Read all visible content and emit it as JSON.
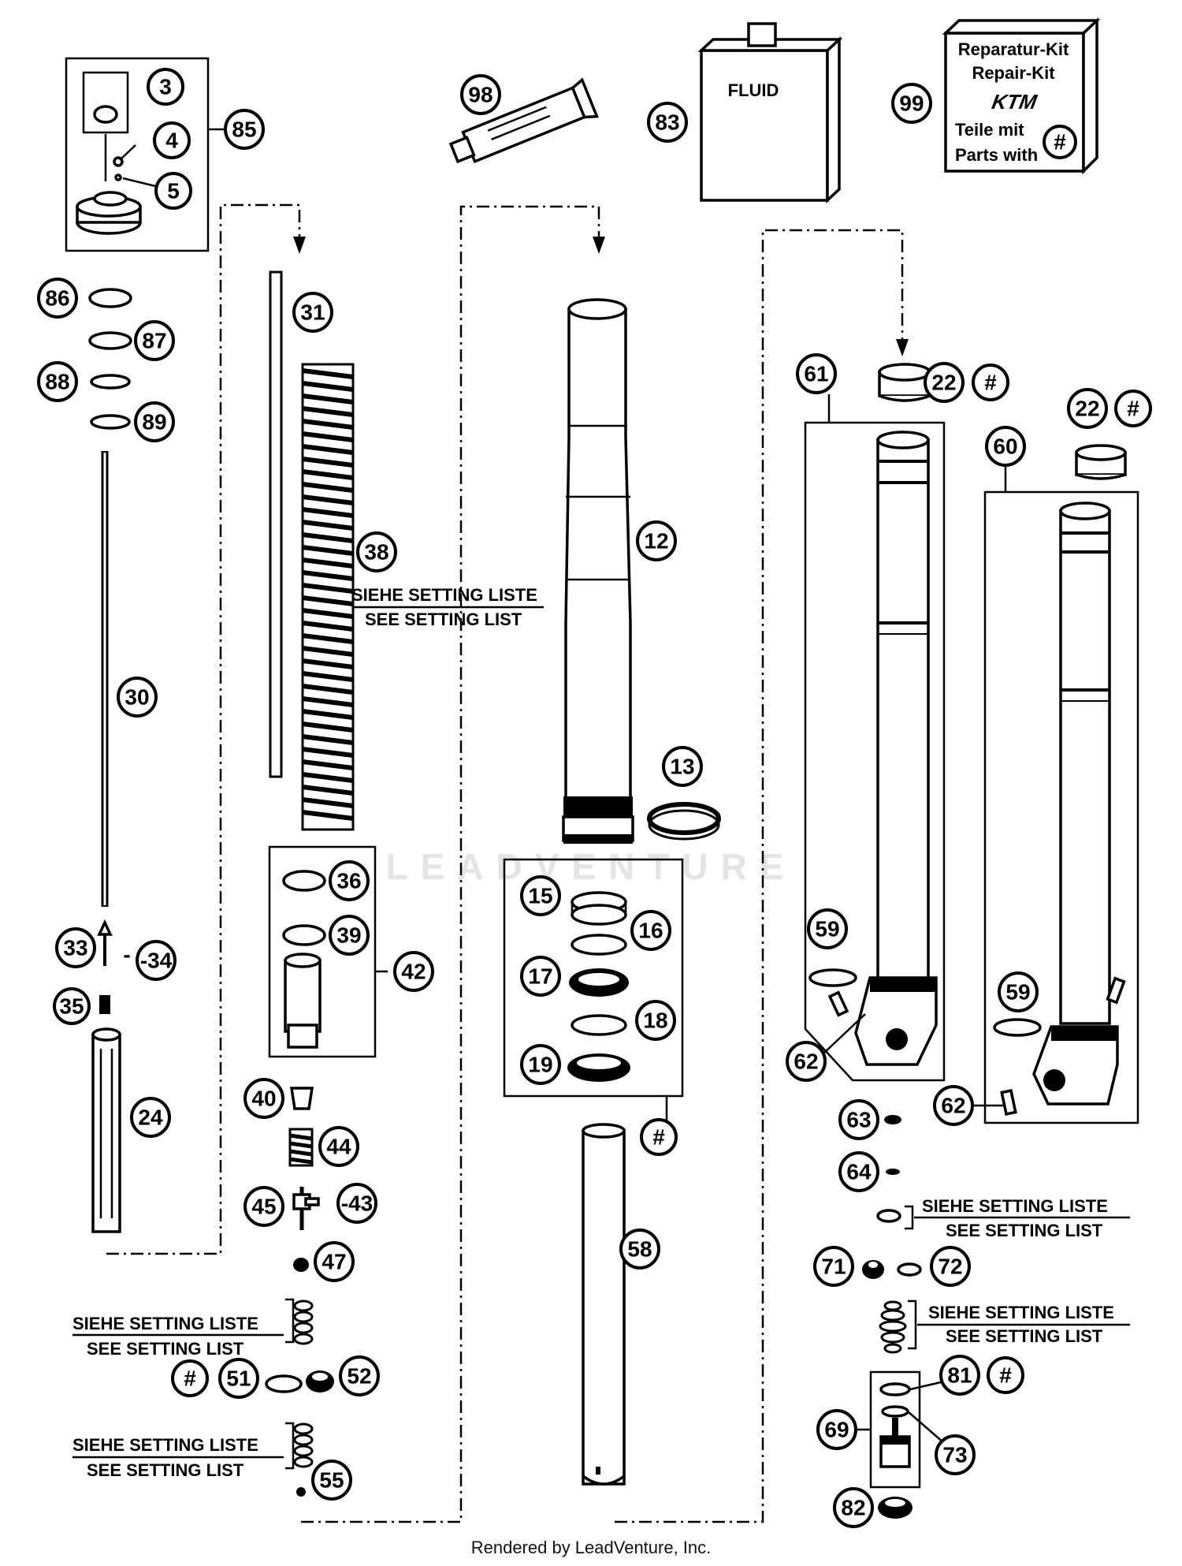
{
  "callouts": {
    "n3": "3",
    "n4": "4",
    "n5": "5",
    "n85": "85",
    "n86": "86",
    "n87": "87",
    "n88": "88",
    "n89": "89",
    "n30": "30",
    "n31": "31",
    "n38": "38",
    "n33": "33",
    "n34": "-34",
    "n35": "35",
    "n24": "24",
    "n36": "36",
    "n39": "39",
    "n42": "42",
    "n40": "40",
    "n44": "44",
    "n45": "45",
    "n43": "-43",
    "n47": "47",
    "n51": "51",
    "n52": "52",
    "n55": "55",
    "hash51": "#",
    "n98": "98",
    "n83": "83",
    "n99": "99",
    "n12": "12",
    "n13": "13",
    "n15": "15",
    "n16": "16",
    "n17": "17",
    "n18": "18",
    "n19": "19",
    "hashKit": "#",
    "n58": "58",
    "n61": "61",
    "n60": "60",
    "n22a": "22",
    "hash22a": "#",
    "n22b": "22",
    "hash22b": "#",
    "n59a": "59",
    "n59b": "59",
    "n62a": "62",
    "n62b": "62",
    "n63": "63",
    "n64": "64",
    "n71": "71",
    "n72": "72",
    "n81": "81",
    "hash81": "#",
    "n69": "69",
    "n73": "73",
    "n82": "82"
  },
  "labels": {
    "fluid": "FLUID",
    "kit_de": "Reparatur-Kit",
    "kit_en": "Repair-Kit",
    "kit_brand": "KTM",
    "kit_parts_de": "Teile mit",
    "kit_parts_en": "Parts with",
    "kit_hash": "#",
    "setting_de": "SIEHE SETTING LISTE",
    "setting_en": "SEE SETTING LIST"
  },
  "watermark": "LEADVENTURE",
  "footer": "Rendered by LeadVenture, Inc."
}
